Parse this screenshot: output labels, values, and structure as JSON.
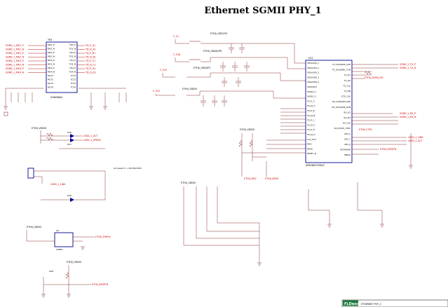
{
  "title": "Ethernet SGMII PHY_1",
  "magnetics": {
    "ref": "TR3",
    "part": "HX6096NL",
    "left_nets": [
      "SGMII_1_MX1_P",
      "SGMII_1_MX1_N",
      "SGMII_1_MX2_P",
      "SGMII_1_MX2_N",
      "SGMII_1_MX3_P",
      "SGMII_1_MX3_N",
      "SGMII_1_MX4_P",
      "SGMII_1_MX4_N"
    ],
    "right_nets": [
      "TD_P_A1",
      "TD_N_A1",
      "TD_P_B1",
      "TD_N_B1",
      "TD_P_C1",
      "TD_N_C1",
      "TD_P_D1",
      "TD_N_D1"
    ],
    "left_pins": [
      "MD1_P",
      "MD1_N",
      "MD2_P",
      "MD2_N",
      "MD3_P",
      "MD3_N",
      "MD4_P",
      "MD4_N",
      "MCT1",
      "MCT2",
      "MCT3",
      "MCT4"
    ],
    "right_pins": [
      "TD1_P",
      "TD1_N",
      "TD2_P",
      "TD2_N",
      "TD3_P",
      "TD3_N",
      "TD4_P",
      "TD4_N",
      "TCT1",
      "TCT2",
      "TCT3",
      "TCT4"
    ]
  },
  "power": {
    "nets": [
      "F_1V",
      "F_1V8",
      "F_3V3",
      "F_3V3"
    ],
    "rails": [
      "ETH0_VDD1P0",
      "ETH0_VDDA1P8",
      "ETH0_VDDAP3",
      "ETH0_VDDIO"
    ]
  },
  "phy": {
    "ref": "U22",
    "part": "DP83867CRRGZ",
    "left_pins": [
      "VDDA1P0_1",
      "VDDA1P0_2",
      "VDDA1P0_3",
      "VDDA1P8_1",
      "VDDA1P8_2",
      "VDDA3P3",
      "VDDIO_1",
      "VDDIO_2",
      "TD_P_A",
      "TD_M_A",
      "TD_P_B",
      "TD_M_B",
      "TD_P_C",
      "TD_M_C",
      "TD_P_D",
      "TD_M_D",
      "CLK_OUT",
      "MDC",
      "MDIO",
      "RESET_N"
    ],
    "right_pins": [
      "TX_D3/SGMII_COP",
      "TX_D2/SGMII_CON",
      "TX_D1",
      "TX_D0",
      "TX_CLK",
      "TX_EN",
      "GTX_CLK",
      "RX_D3/SGMII_SOP",
      "RX_D2/SGMII_SON",
      "RX_D1",
      "RX_D0",
      "RX_CLK",
      "RX_DV/RX_CTRL",
      "LED_2",
      "LED_1",
      "LED_0",
      "INT/PWDN",
      "RBIAS"
    ],
    "right_nets": [
      "SGMII_1_TX_P",
      "SGMII_1_TX_N",
      "SGMII_1_RX_P",
      "SGMII_1_RX_N",
      "ETH0_SGMII_INT",
      "LED0_1_LINK",
      "LED0_1_ACT",
      "ETH0_RESETN",
      "ETH0_CTRL"
    ]
  },
  "leds": {
    "rail": "ETH0_VDDIO",
    "nets": [
      "LED0_1_ACT",
      "LED0_1_SPEED",
      "LED0_1_LINK"
    ],
    "refs": [
      "D36",
      "D37",
      "D40"
    ],
    "note": "led speed 0 ->10/100/1000"
  },
  "oscillator": {
    "ref": "X6",
    "rail": "ETH0_VDDIO",
    "net": "ETH0_25MHz",
    "part": "25MHz"
  },
  "reset": {
    "ref": "SW1",
    "net": "ETH0_RESETN",
    "rail": "ETH0_VDDIO"
  },
  "mdio": {
    "rail": "ETH0_VDDIO",
    "nets": [
      "ETH0_MDC",
      "ETH0_MDIO"
    ]
  },
  "strap_rail": "ETH0_VDDIO",
  "corner_logo": "FLDesc",
  "corner_text": "ETHERNET PHY_1"
}
